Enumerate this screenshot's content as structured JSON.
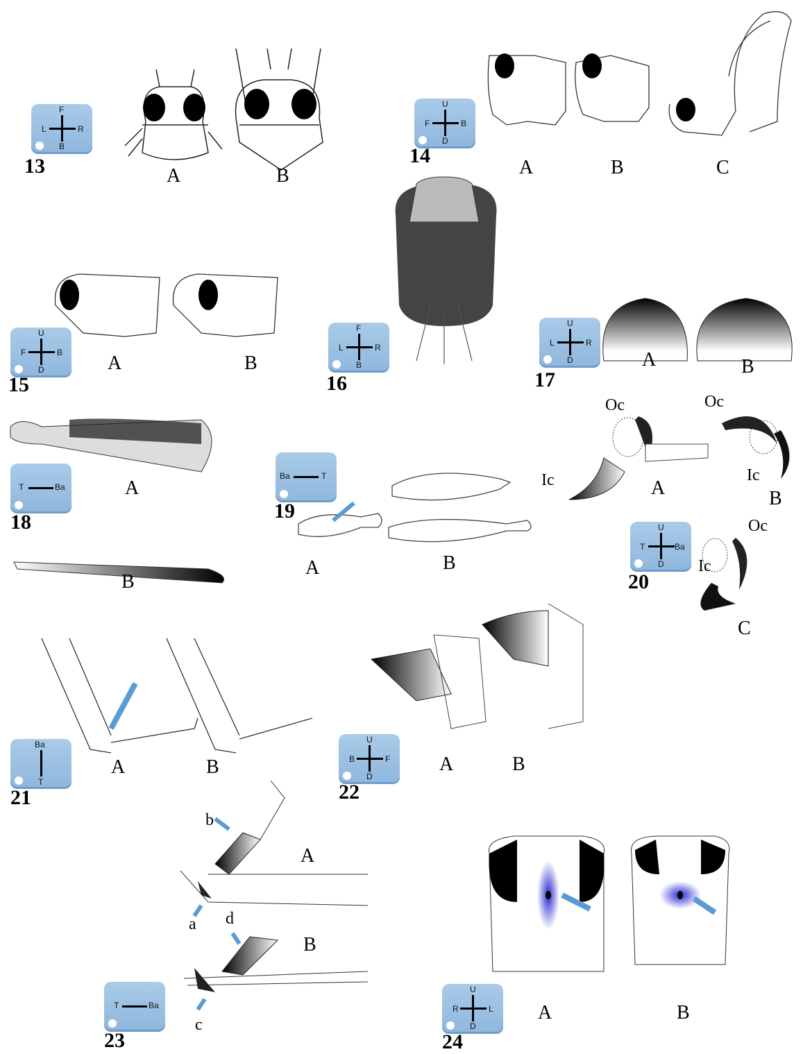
{
  "figures": [
    {
      "number": "13",
      "axes": {
        "up": "F",
        "down": "B",
        "left": "L",
        "right": "R"
      },
      "panels": [
        "A",
        "B"
      ]
    },
    {
      "number": "14",
      "axes": {
        "up": "U",
        "down": "D",
        "left": "F",
        "right": "B"
      },
      "panels": [
        "A",
        "B",
        "C"
      ]
    },
    {
      "number": "15",
      "axes": {
        "up": "U",
        "down": "D",
        "left": "F",
        "right": "B"
      },
      "panels": [
        "A",
        "B"
      ]
    },
    {
      "number": "16",
      "axes": {
        "up": "F",
        "down": "B",
        "left": "L",
        "right": "R"
      },
      "panels": []
    },
    {
      "number": "17",
      "axes": {
        "up": "U",
        "down": "D",
        "left": "L",
        "right": "R"
      },
      "panels": [
        "A",
        "B"
      ]
    },
    {
      "number": "18",
      "axes": {
        "left": "T",
        "right": "Ba"
      },
      "panels": [
        "A",
        "B"
      ]
    },
    {
      "number": "19",
      "axes": {
        "left": "Ba",
        "right": "T"
      },
      "panels": [
        "A",
        "B"
      ]
    },
    {
      "number": "20",
      "axes": {
        "up": "U",
        "down": "D",
        "left": "T",
        "right": "Ba"
      },
      "panels": [
        "A",
        "B",
        "C"
      ],
      "structures": [
        "Oc",
        "Ic"
      ]
    },
    {
      "number": "21",
      "axes": {
        "up": "Ba",
        "down": "T"
      },
      "panels": [
        "A",
        "B"
      ]
    },
    {
      "number": "22",
      "axes": {
        "up": "U",
        "down": "D",
        "left": "B",
        "right": "F"
      },
      "panels": [
        "A",
        "B"
      ]
    },
    {
      "number": "23",
      "axes": {
        "left": "T",
        "right": "Ba"
      },
      "panels": [
        "A",
        "B"
      ],
      "markers": [
        "a",
        "b",
        "c",
        "d"
      ]
    },
    {
      "number": "24",
      "axes": {
        "up": "U",
        "down": "D",
        "left": "R",
        "right": "L"
      },
      "panels": [
        "A",
        "B"
      ]
    }
  ],
  "colors": {
    "compass_fill": "#9cc2e5",
    "arrow_blue": "#5b9bd5",
    "ink": "#000000",
    "highlight_blue": "#3d3dc8"
  }
}
